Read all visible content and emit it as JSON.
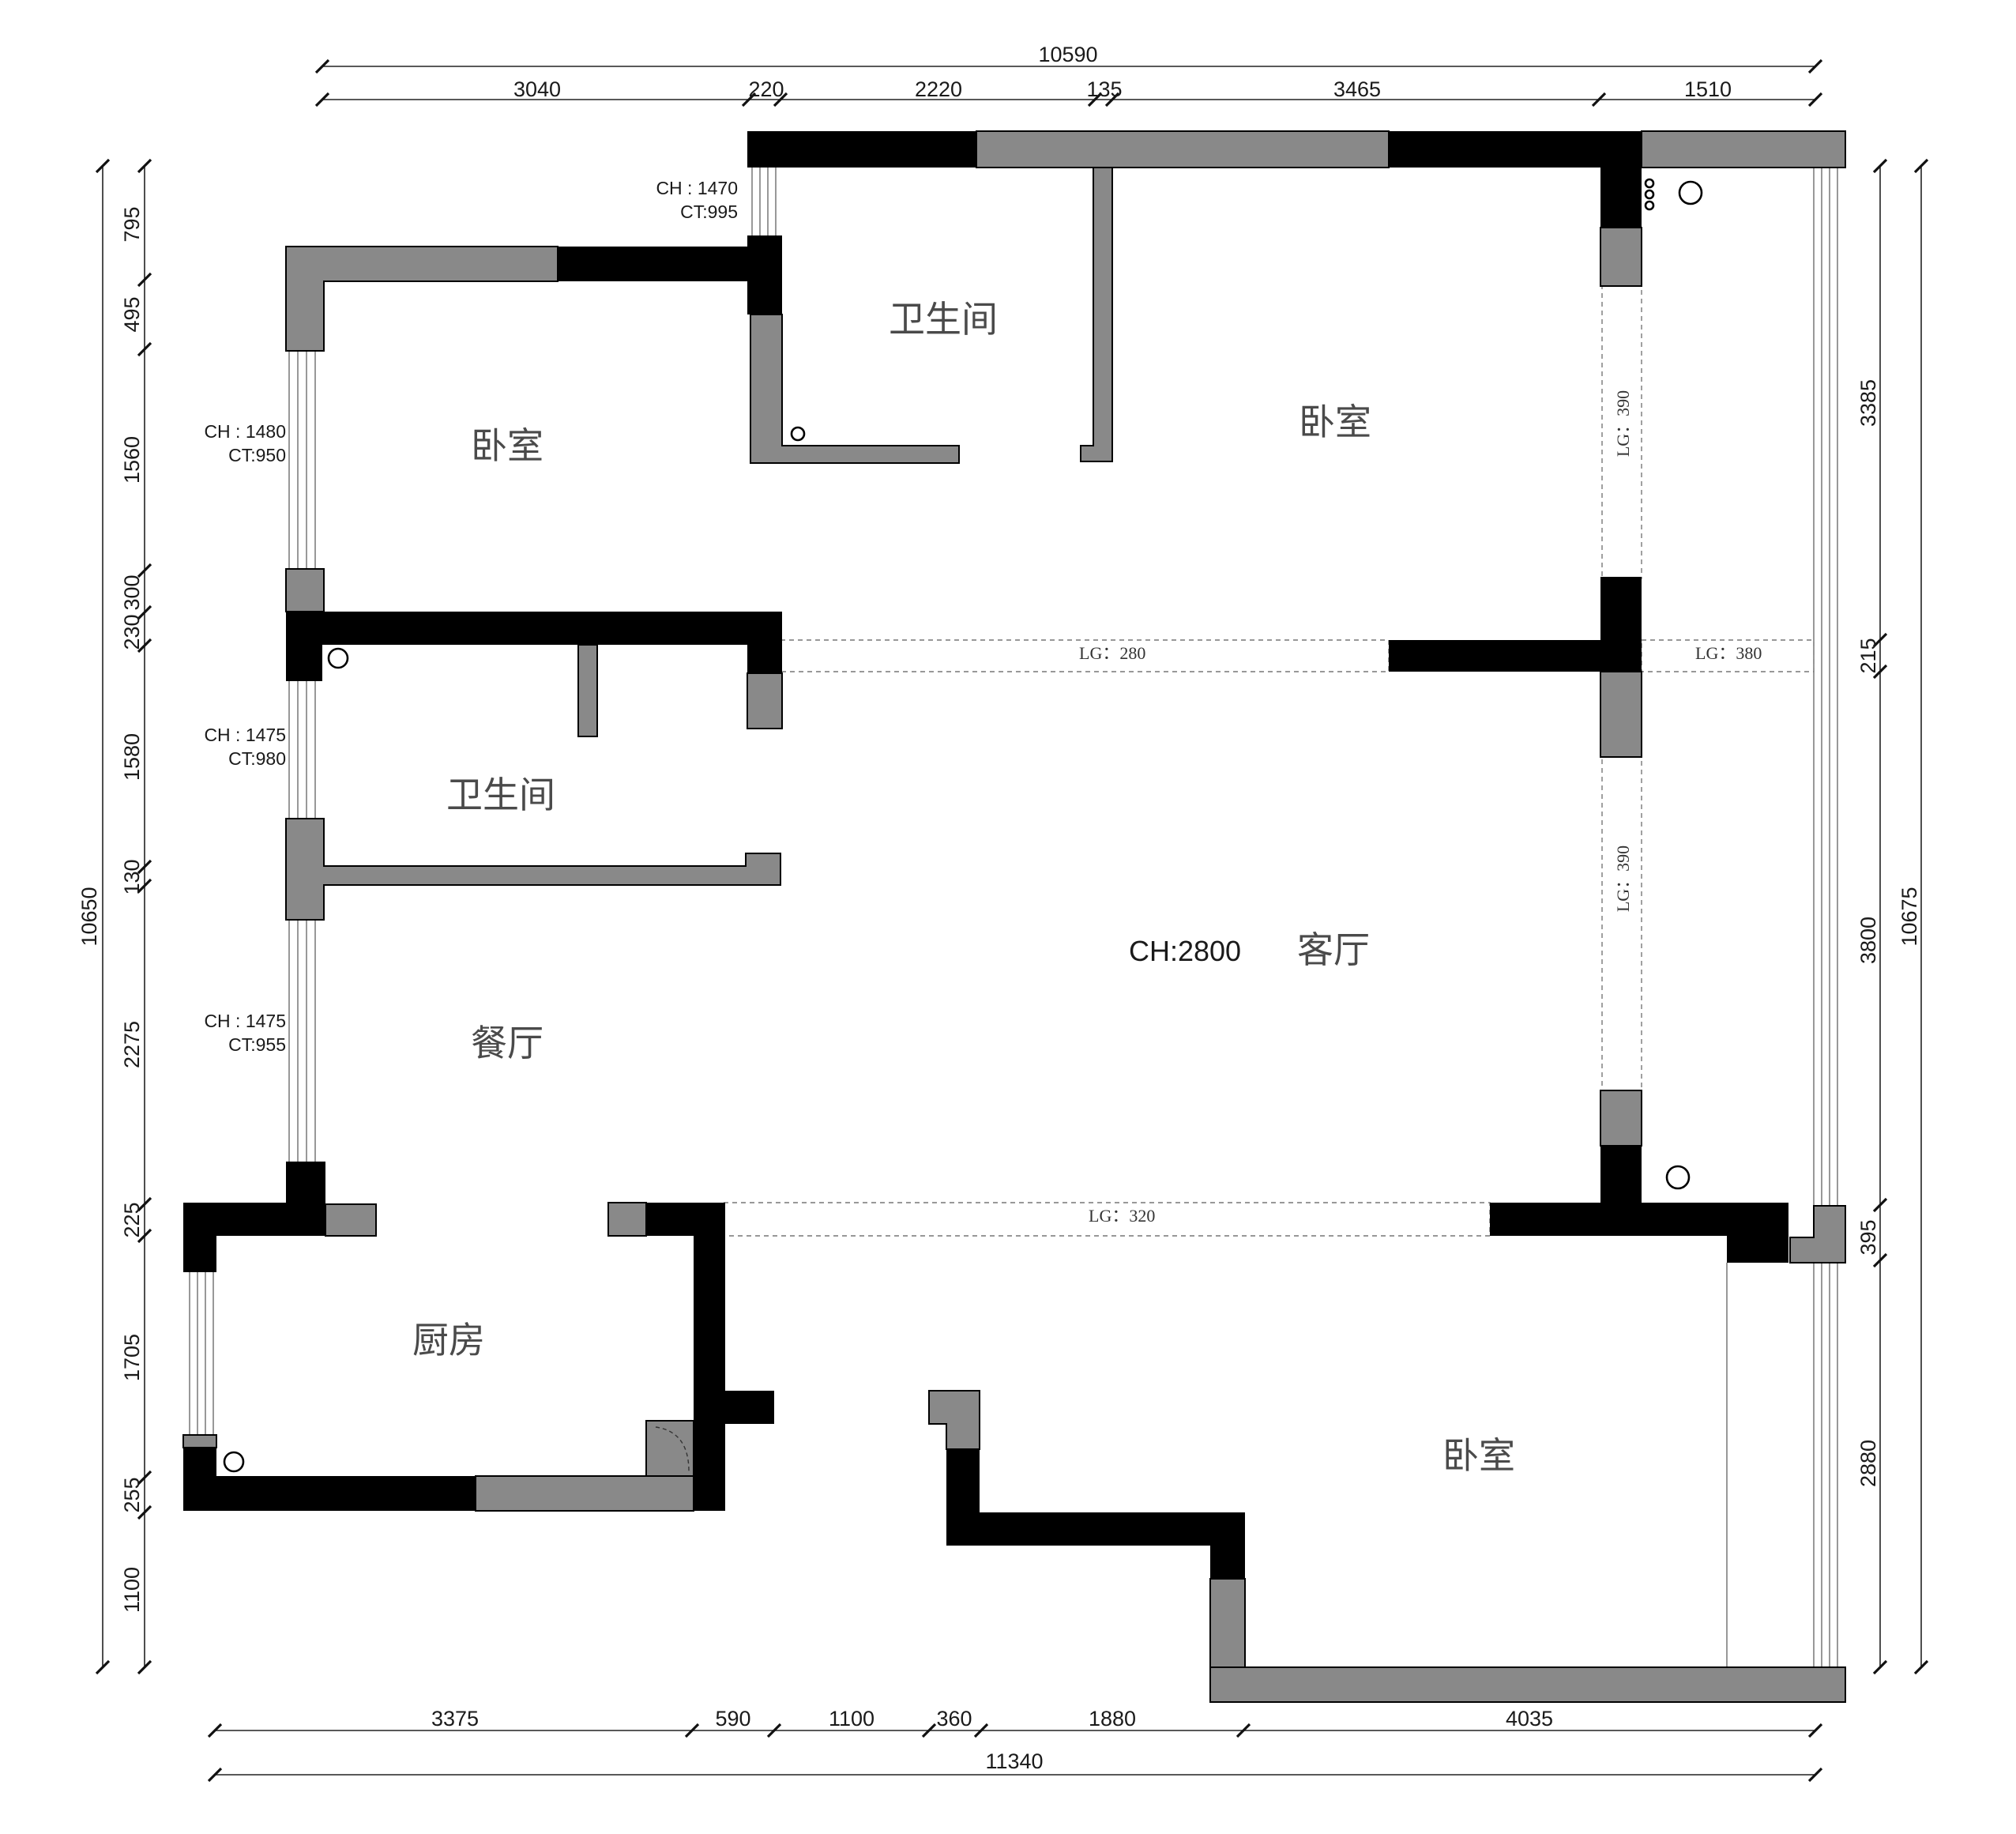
{
  "plan": {
    "rooms": [
      {
        "id": "bathroom-top",
        "label": "卫生间"
      },
      {
        "id": "bedroom-top-left",
        "label": "卧室"
      },
      {
        "id": "bedroom-top-right",
        "label": "卧室"
      },
      {
        "id": "bathroom-mid",
        "label": "卫生间"
      },
      {
        "id": "living-room",
        "label": "客厅"
      },
      {
        "id": "dining-room",
        "label": "餐厅"
      },
      {
        "id": "kitchen",
        "label": "厨房"
      },
      {
        "id": "bedroom-bottom",
        "label": "卧室"
      }
    ],
    "ceiling_height": "CH:2800",
    "windows": [
      {
        "ch": "CH : 1470",
        "ct": "CT:995"
      },
      {
        "ch": "CH : 1480",
        "ct": "CT:950"
      },
      {
        "ch": "CH : 1475",
        "ct": "CT:980"
      },
      {
        "ch": "CH : 1475",
        "ct": "CT:955"
      }
    ],
    "beams": [
      {
        "label": "LG：280"
      },
      {
        "label": "LG：380"
      },
      {
        "label": "LG：320"
      },
      {
        "label": "LG：390"
      },
      {
        "label": "LG：390"
      }
    ],
    "dimensions": {
      "top_total": "10590",
      "top": [
        "3040",
        "220",
        "2220",
        "135",
        "3465",
        "1510"
      ],
      "bottom": [
        "3375",
        "590",
        "1100",
        "360",
        "1880",
        "4035"
      ],
      "bottom_total": "11340",
      "left": [
        "795",
        "495",
        "1560",
        "300",
        "230",
        "1580",
        "130",
        "2275",
        "225",
        "1705",
        "255",
        "1100"
      ],
      "left_total": "10650",
      "right": [
        "3385",
        "215",
        "3800",
        "395",
        "2880"
      ],
      "right_total": "10675"
    }
  }
}
